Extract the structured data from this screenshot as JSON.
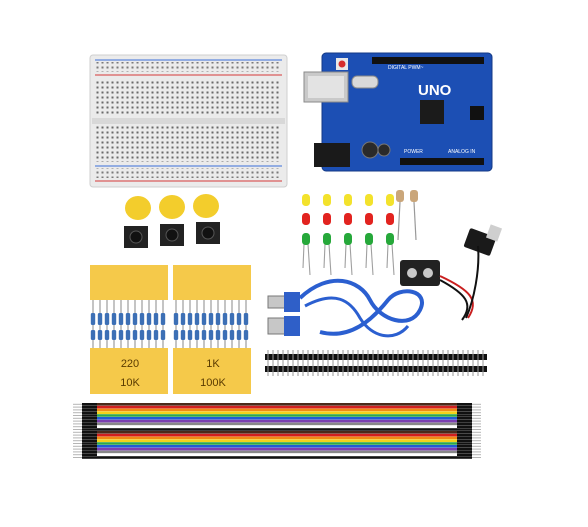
{
  "scene": {
    "background": "#ffffff",
    "palette": {
      "breadboard": "#e9e9e9",
      "board_blue": "#1c4fb4",
      "button_cap": "#f3cd2c",
      "resistor_tape": "#f5c94a",
      "usb_cable": "#2b5fd0",
      "jumper_colors": [
        "#4a2a1a",
        "#d21f1f",
        "#f08a14",
        "#f2d21c",
        "#2fa84a",
        "#1f5bd6",
        "#7b3fb0",
        "#888888",
        "#ffffff",
        "#111111"
      ]
    }
  },
  "board": {
    "model": "UNO",
    "header_top": "DIGITAL PWM~",
    "power_label": "POWER",
    "analog_label": "ANALOG IN"
  },
  "resistors": {
    "values": [
      "220",
      "1K",
      "10K",
      "100K"
    ]
  },
  "leds": {
    "colors": [
      "yellow",
      "red",
      "green"
    ]
  }
}
